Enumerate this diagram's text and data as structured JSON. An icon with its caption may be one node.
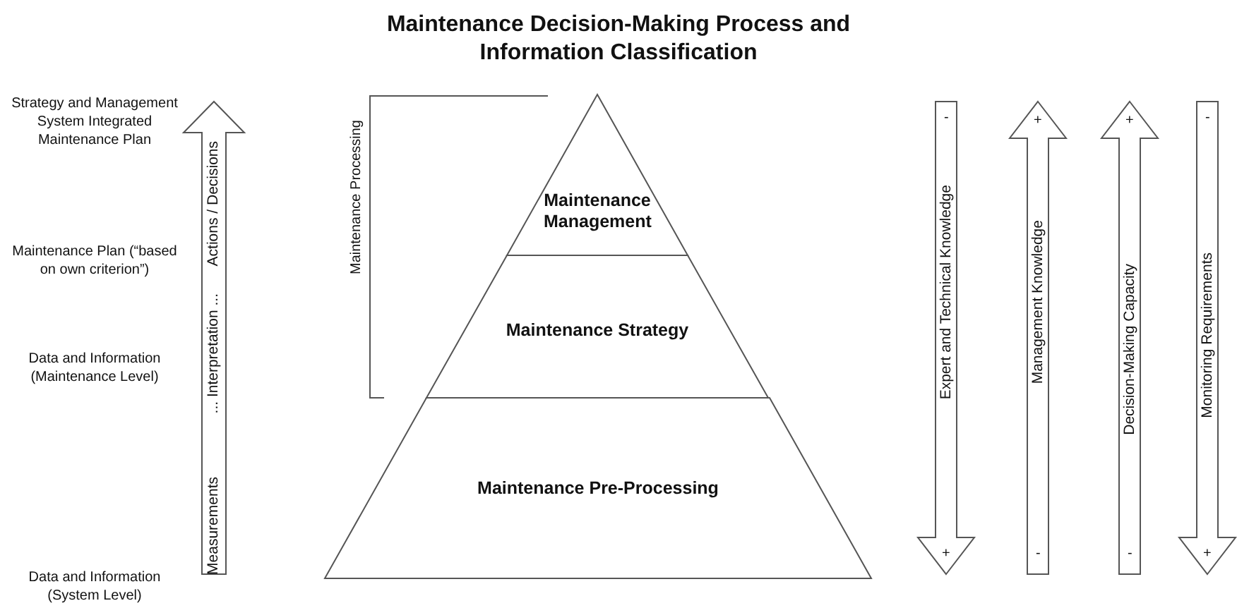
{
  "diagram": {
    "title": "Maintenance Decision-Making Process and Information Classification",
    "nodes": [
      {
        "text": [
          "Measurements",
          "... Interpretation ...",
          "Actions / Decisions"
        ]
      },
      {
        "text": [
          "Maintenance Management"
        ]
      },
      {
        "text": [
          "Maintenance Strategy"
        ]
      },
      {
        "text": [
          "Maintenance Pre-Processing"
        ]
      },
      {
        "text": [
          "-",
          "Expert and Technical Knowledge",
          "+"
        ]
      },
      {
        "text": [
          "+",
          "Management Knowledge",
          "-"
        ]
      },
      {
        "text": [
          "+",
          "Decision-Making Capacity",
          "-"
        ]
      },
      {
        "text": [
          "-",
          "Monitoring Requirements",
          "+"
        ]
      }
    ],
    "edges": [],
    "labels": [
      "Strategy and Management System Integrated Maintenance Plan",
      "Maintenance Plan (“based on own criterion”)",
      "Data and Information (Maintenance Level)",
      "Data and Information (System Level)",
      "Maintenance Processing"
    ]
  }
}
